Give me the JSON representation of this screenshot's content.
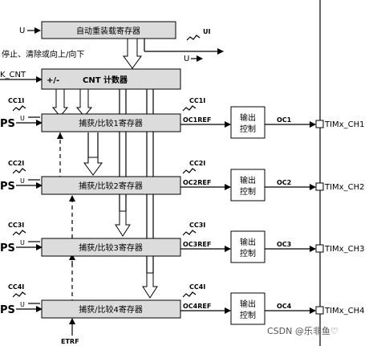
{
  "top": {
    "u_label": "U",
    "autoreload_reg": "自动重装载寄存器",
    "stop_clear_text": "停止、清除或向上/向下",
    "ui_label": "UI",
    "u_label_2": "U"
  },
  "counter": {
    "ck_label": "K_CNT",
    "updown": "+/-",
    "cnt_label": "CNT 计数器"
  },
  "channels": [
    {
      "cc_in": "CC1I",
      "ps": "PS",
      "u": "U",
      "reg": "捕获/比较1寄存器",
      "cc_out": "CC1I",
      "ref": "OC1REF",
      "ctrl_line1": "输出",
      "ctrl_line2": "控制",
      "oc": "OC1",
      "pin": "TIMx_CH1"
    },
    {
      "cc_in": "CC2I",
      "ps": "PS",
      "u": "U",
      "reg": "捕获/比较2寄存器",
      "cc_out": "CC2I",
      "ref": "OC2REF",
      "ctrl_line1": "输出",
      "ctrl_line2": "控制",
      "oc": "OC2",
      "pin": "TIMx_CH2"
    },
    {
      "cc_in": "CC3I",
      "ps": "PS",
      "u": "U",
      "reg": "捕获/比较3寄存器",
      "cc_out": "CC3I",
      "ref": "OC3REF",
      "ctrl_line1": "输出",
      "ctrl_line2": "控制",
      "oc": "OC3",
      "pin": "TIMx_CH3"
    },
    {
      "cc_in": "CC4I",
      "ps": "PS",
      "u": "U",
      "reg": "捕获/比较4寄存器",
      "cc_out": "CC4I",
      "ref": "OC4REF",
      "ctrl_line1": "输出",
      "ctrl_line2": "控制",
      "oc": "OC4",
      "pin": "TIMx_CH4"
    }
  ],
  "etrf_label": "ETRF",
  "watermark": "CSDN @乐非鱼♡"
}
